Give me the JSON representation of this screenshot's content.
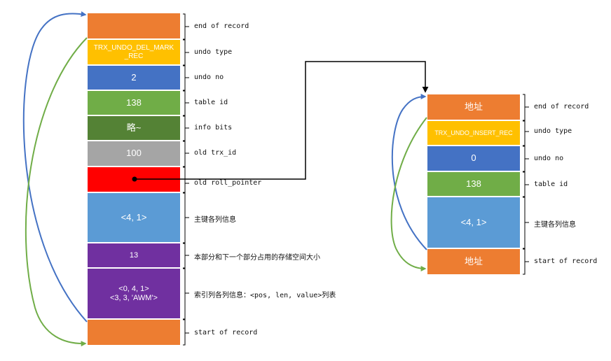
{
  "left_record": {
    "fields": [
      {
        "text": "",
        "label": "end of record",
        "color": "#ED7D31"
      },
      {
        "text": "TRX_UNDO_DEL_MARK\n_REC",
        "label": "undo type",
        "color": "#FFC000"
      },
      {
        "text": "2",
        "label": "undo no",
        "color": "#4472C4"
      },
      {
        "text": "138",
        "label": "table id",
        "color": "#70AD47"
      },
      {
        "text": "略~",
        "label": "info bits",
        "color": "#548235"
      },
      {
        "text": "100",
        "label": "old trx_id",
        "color": "#A5A5A5"
      },
      {
        "text": "",
        "label": "old roll_pointer",
        "color": "#FF0000"
      },
      {
        "text": "<4, 1>",
        "label": "主键各列信息",
        "color": "#5B9BD5"
      },
      {
        "text": "13",
        "label": "本部分和下一个部分占用的存储空间大小",
        "color": "#7030A0"
      },
      {
        "text": "<0, 4, 1>\n<3, 3, 'AWM'>",
        "label": "索引列各列信息：<pos, len, value>列表",
        "color": "#7030A0"
      },
      {
        "text": "",
        "label": "start of record",
        "color": "#ED7D31"
      }
    ]
  },
  "right_record": {
    "fields": [
      {
        "text": "地址",
        "label": "end of record",
        "color": "#ED7D31"
      },
      {
        "text": "TRX_UNDO_INSERT_REC",
        "label": "undo type",
        "color": "#FFC000"
      },
      {
        "text": "0",
        "label": "undo no",
        "color": "#4472C4"
      },
      {
        "text": "138",
        "label": "table id",
        "color": "#70AD47"
      },
      {
        "text": "<4, 1>",
        "label": "主键各列信息",
        "color": "#5B9BD5"
      },
      {
        "text": "地址",
        "label": "start of record",
        "color": "#ED7D31"
      }
    ]
  },
  "colors": {
    "arrow_up": "#4472C4",
    "arrow_down": "#70AD47",
    "pointer": "#000000"
  }
}
